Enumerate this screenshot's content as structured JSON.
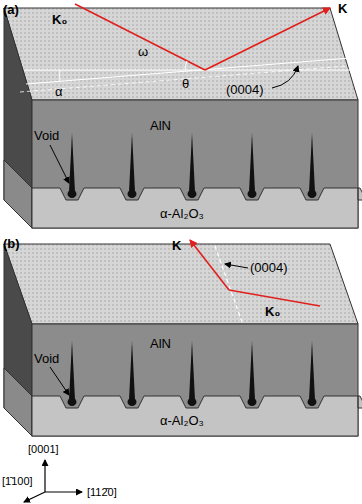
{
  "diagram": {
    "labels": [
      "(a)",
      "K₀",
      "K",
      "ω",
      "α",
      "θ",
      "(0004)",
      "Void",
      "AlN",
      "α-Al₂O₃",
      "(b)",
      "K",
      "K₀",
      "(0004)",
      "Void",
      "AlN",
      "α-Al₂O₃",
      "[0001]",
      "[1̄100]",
      "[112̄0]"
    ]
  }
}
